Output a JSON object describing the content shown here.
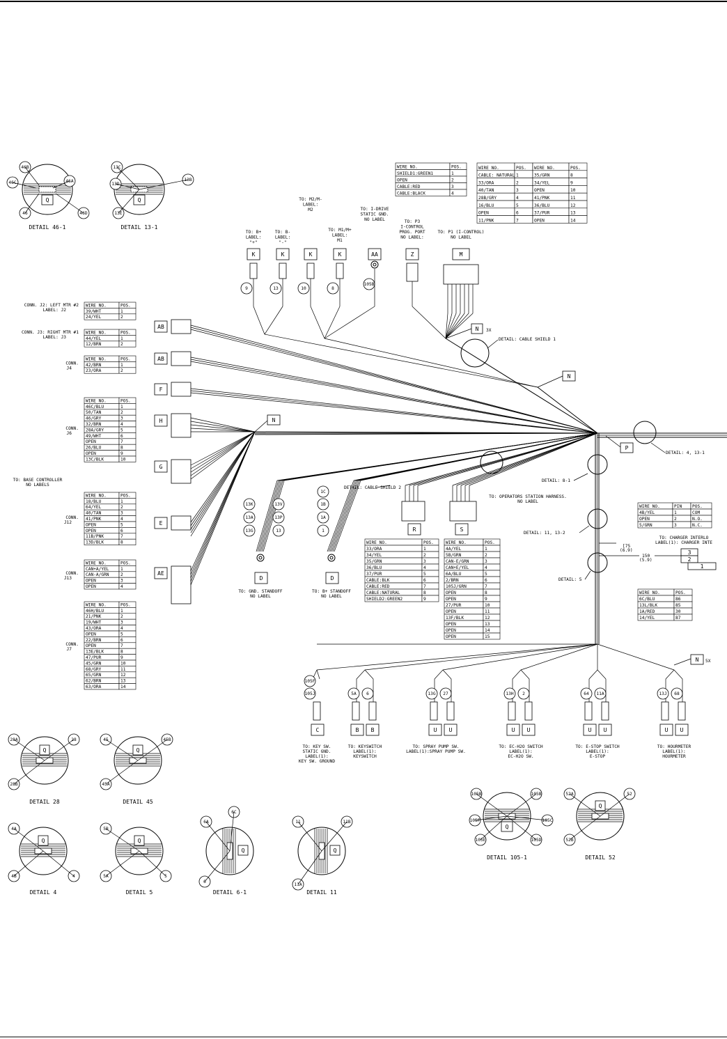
{
  "details_top": [
    {
      "title": "DETAIL 46-1",
      "label": "Q",
      "callouts": [
        "46B",
        "46C",
        "46A",
        "46",
        "46D"
      ]
    },
    {
      "title": "DETAIL 13-1",
      "label": "Q",
      "callouts": [
        "13C",
        "13B",
        "13D",
        "13E"
      ]
    }
  ],
  "connectors": [
    {
      "name": "CONN. J2: LEFT MTR #2",
      "sub": "LABEL: J2",
      "rows": [
        [
          "WIRE NO.",
          "POS."
        ],
        [
          "39/WHT",
          "1"
        ],
        [
          "24/YEL",
          "2"
        ]
      ],
      "box": "AB"
    },
    {
      "name": "CONN. J3: RIGHT MTR #1",
      "sub": "LABEL: J3",
      "rows": [
        [
          "WIRE NO.",
          "POS."
        ],
        [
          "44/YEL",
          "1"
        ],
        [
          "12/BRN",
          "2"
        ]
      ],
      "box": "AB"
    },
    {
      "name": "CONN.",
      "sub": "J4",
      "rows": [
        [
          "WIRE NO.",
          "POS."
        ],
        [
          "42/BRN",
          "1"
        ],
        [
          "23/ORA",
          "2"
        ]
      ],
      "box": "F"
    },
    {
      "name": "CONN.",
      "sub": "J6",
      "rows": [
        [
          "WIRE NO.",
          "POS."
        ],
        [
          "46C/BLU",
          "1"
        ],
        [
          "50/TAN",
          "2"
        ],
        [
          "46/GRY",
          "3"
        ],
        [
          "32/BRN",
          "4"
        ],
        [
          "28A/GRY",
          "5"
        ],
        [
          "49/WHT",
          "6"
        ],
        [
          "OPEN",
          "7"
        ],
        [
          "26/BLU",
          "8"
        ],
        [
          "OPEN",
          "9"
        ],
        [
          "13C/BLK",
          "10"
        ]
      ],
      "box": "H"
    },
    {
      "name": "CONN.",
      "sub": "J12",
      "rows": [
        [
          "WIRE NO.",
          "POS."
        ],
        [
          "18/BLU",
          "1"
        ],
        [
          "64/YEL",
          "2"
        ],
        [
          "40/TAN",
          "3"
        ],
        [
          "41/PNK",
          "4"
        ],
        [
          "OPEN",
          "5"
        ],
        [
          "OPEN",
          "6"
        ],
        [
          "11B/PNK",
          "7"
        ],
        [
          "13D/BLK",
          "8"
        ]
      ],
      "box": "E"
    },
    {
      "name": "CONN.",
      "sub": "J13",
      "rows": [
        [
          "WIRE NO.",
          "POS."
        ],
        [
          "CAN+A/YEL",
          "1"
        ],
        [
          "CAN-A/GRN",
          "2"
        ],
        [
          "OPEN",
          "3"
        ],
        [
          "OPEN",
          "4"
        ]
      ],
      "box": "AE"
    },
    {
      "name": "CONN.",
      "sub": "J7",
      "rows": [
        [
          "WIRE NO.",
          "POS."
        ],
        [
          "46H/BLU",
          "1"
        ],
        [
          "21/PNK",
          "2"
        ],
        [
          "19/WHT",
          "3"
        ],
        [
          "43/ORA",
          "4"
        ],
        [
          "OPEN",
          "5"
        ],
        [
          "22/BRN",
          "6"
        ],
        [
          "OPEN",
          "7"
        ],
        [
          "13E/BLK",
          "8"
        ],
        [
          "47/PUR",
          "9"
        ],
        [
          "45/GRN",
          "10"
        ],
        [
          "68/GRY",
          "11"
        ],
        [
          "65/GRN",
          "12"
        ],
        [
          "62/BRN",
          "13"
        ],
        [
          "63/ORA",
          "14"
        ]
      ]
    }
  ],
  "base_controller": {
    "line1": "TO: BASE CONTROLLER",
    "line2": "NO LABELS",
    "box_g": "G"
  },
  "top_tables": {
    "t1": [
      [
        "WIRE NO.",
        "POS."
      ],
      [
        "SHIELD1:GREEN1",
        "1"
      ],
      [
        "OPEN",
        "2"
      ],
      [
        "CABLE:RED",
        "3"
      ],
      [
        "CABLE:BLACK",
        "4"
      ]
    ],
    "t2": [
      [
        "WIRE NO.",
        "POS.",
        "WIRE NO.",
        "POS."
      ],
      [
        "CABLE: NATURAL",
        "1",
        "35/GRN",
        "8"
      ],
      [
        "33/ORA",
        "2",
        "34/YEL",
        "9"
      ],
      [
        "40/TAN",
        "3",
        "OPEN",
        "10"
      ],
      [
        "28B/GRY",
        "4",
        "41/PNK",
        "11"
      ],
      [
        "16/BLU",
        "5",
        "36/BLU",
        "12"
      ],
      [
        "OPEN",
        "6",
        "37/PUR",
        "13"
      ],
      [
        "11/PNK",
        "7",
        "OPEN",
        "14"
      ]
    ]
  },
  "top_terms": [
    {
      "to": [
        "TO: B+",
        "LABEL:",
        "\"+\""
      ],
      "box": "K",
      "wire": "9"
    },
    {
      "to": [
        "TO: B-",
        "LABEL:",
        "\"-\""
      ],
      "box": "K",
      "wire": "13"
    },
    {
      "to": [
        "TO: M2/M-",
        "LABEL:",
        "M2"
      ],
      "box": "K",
      "wire": "10"
    },
    {
      "to": [
        "TO: M1/M+",
        "LABEL:",
        "M1"
      ],
      "box": "K",
      "wire": "8"
    },
    {
      "to": [
        "TO: I-DRIVE",
        "STATIC GND.",
        "NO LABEL"
      ],
      "box": "AA",
      "wire": "105B"
    },
    {
      "to": [
        "TO: P3",
        "I-CONTROL",
        "PROG. PORT",
        "NO LABEL:"
      ],
      "box": "Z"
    },
    {
      "to": [
        "TO: P1 (I-CONTROL)",
        "NO LABEL"
      ],
      "box": "M"
    }
  ],
  "callouts": {
    "n3x": "N",
    "n3x_qty": "3X",
    "n_mid": "N",
    "n_left": "N",
    "n5x": "N",
    "n5x_qty": "5X",
    "p": "P",
    "detail_shield1": "DETAIL: CABLE SHIELD 1",
    "detail_shield2": "DETAIL: CABLE SHIELD 2",
    "detail_4": "DETAIL: 4, 13-1",
    "detail_8": "DETAIL: 8-1",
    "detail_11": "DETAIL: 11, 13-2",
    "detail_5": "DETAIL: 5"
  },
  "standoffs": [
    {
      "wires": [
        "13K",
        "13V",
        "13A",
        "13P",
        "13G",
        "13"
      ],
      "box": "D",
      "to": [
        "TO: GND. STANDOFF",
        "NO LABEL"
      ]
    },
    {
      "wires": [
        "1C",
        "1B",
        "1A",
        "1"
      ],
      "box": "D",
      "to": [
        "TO: B+ STANDOFF",
        "NO LABEL"
      ]
    }
  ],
  "operators": {
    "boxes": [
      "R",
      "S"
    ],
    "to": [
      "TO: OPERATORS STATION HARNESS.",
      "NO LABEL"
    ]
  },
  "table_r": [
    [
      "WIRE NO.",
      "POS."
    ],
    [
      "33/ORA",
      "1"
    ],
    [
      "34/YEL",
      "2"
    ],
    [
      "35/GRN",
      "3"
    ],
    [
      "36/BLU",
      "4"
    ],
    [
      "37/PUR",
      "5"
    ],
    [
      "CABLE:BLK",
      "6"
    ],
    [
      "CABLE:RED",
      "7"
    ],
    [
      "CABLE:NATURAL",
      "8"
    ],
    [
      "SHIELD2:GREEN2",
      "9"
    ]
  ],
  "table_s": [
    [
      "WIRE NO.",
      "POS."
    ],
    [
      "4A/YEL",
      "1"
    ],
    [
      "5B/GRN",
      "2"
    ],
    [
      "CAN-E/GRN",
      "3"
    ],
    [
      "CAN+E/YEL",
      "4"
    ],
    [
      "6A/BLU",
      "5"
    ],
    [
      "2/BRN",
      "6"
    ],
    [
      "105J/GRN",
      "7"
    ],
    [
      "OPEN",
      "8"
    ],
    [
      "OPEN",
      "9"
    ],
    [
      "27/PUR",
      "10"
    ],
    [
      "OPEN",
      "11"
    ],
    [
      "13F/BLK",
      "12"
    ],
    [
      "OPEN",
      "13"
    ],
    [
      "OPEN",
      "14"
    ],
    [
      "OPEN",
      "15"
    ]
  ],
  "charger": {
    "table": [
      [
        "WIRE NO.",
        "PIN",
        "POS."
      ],
      [
        "4B/YEL",
        "1",
        "COM"
      ],
      [
        "OPEN",
        "2",
        "N.O."
      ],
      [
        "5/GRN",
        "3",
        "N.C."
      ]
    ],
    "to": [
      "TO: CHARGER INTERLO",
      "LABEL(1): CHARGER INTE"
    ],
    "dims": [
      "[75",
      "(6.9)",
      "150",
      "(5.9)"
    ],
    "pins": [
      "3",
      "2",
      "1"
    ],
    "table2": [
      [
        "WIRE NO.",
        "POS."
      ],
      [
        "6C/BLU",
        "86"
      ],
      [
        "13L/BLK",
        "85"
      ],
      [
        "1A/RED",
        "30"
      ],
      [
        "14/YEL",
        "87"
      ]
    ]
  },
  "bottom_terms": [
    {
      "wires": [
        "105F",
        "105J"
      ],
      "boxes": [
        "C"
      ],
      "to": [
        "TO: KEY SW.",
        "STATIC GND.",
        "LABEL(1):",
        "KEY SW. GROUND"
      ]
    },
    {
      "wires": [
        "5A",
        "6"
      ],
      "boxes": [
        "B",
        "B"
      ],
      "to": [
        "TO: KEYSWITCH",
        "LABEL(1):",
        "KEYSWITCH"
      ]
    },
    {
      "wires": [
        "13G",
        "27"
      ],
      "boxes": [
        "U",
        "U"
      ],
      "to": [
        "TO: SPRAY PUMP SW.",
        "LABEL(1):SPRAY PUMP SW."
      ]
    },
    {
      "wires": [
        "13H",
        "2"
      ],
      "boxes": [
        "U",
        "U"
      ],
      "to": [
        "TO: EC-H2O SWITCH",
        "LABEL(1):",
        "EC-H2O SW."
      ]
    },
    {
      "wires": [
        "64",
        "11A"
      ],
      "boxes": [
        "U",
        "U"
      ],
      "to": [
        "TO: E-STOP SWITCH",
        "LABEL(1):",
        "E-STOP"
      ]
    },
    {
      "wires": [
        "13J",
        "68"
      ],
      "boxes": [
        "U",
        "U"
      ],
      "to": [
        "TO: HOURMETER",
        "LABEL(1):",
        "HOURMETER"
      ]
    }
  ],
  "details_bottom": [
    {
      "title": "DETAIL 28",
      "label": "Q",
      "callouts": [
        "28A",
        "28",
        "28B"
      ]
    },
    {
      "title": "DETAIL 45",
      "label": "Q",
      "callouts": [
        "45",
        "45B",
        "45A"
      ]
    },
    {
      "title": "DETAIL 4",
      "label": "Q",
      "callouts": [
        "4A",
        "4B",
        "4"
      ]
    },
    {
      "title": "DETAIL 5",
      "label": "Q",
      "callouts": [
        "5B",
        "5A",
        "5"
      ]
    },
    {
      "title": "DETAIL 6-1",
      "label": "Q",
      "callouts": [
        "6C",
        "6A",
        "6"
      ]
    },
    {
      "title": "DETAIL 11",
      "label": "Q",
      "callouts": [
        "11",
        "11B",
        "11A"
      ]
    },
    {
      "title": "DETAIL 105-1",
      "label": "Q",
      "callouts": [
        "105B",
        "105B",
        "105F",
        "105C",
        "105E",
        "105D"
      ]
    },
    {
      "title": "DETAIL 52",
      "label": "Q",
      "callouts": [
        "52A",
        "52",
        "52B"
      ]
    }
  ]
}
